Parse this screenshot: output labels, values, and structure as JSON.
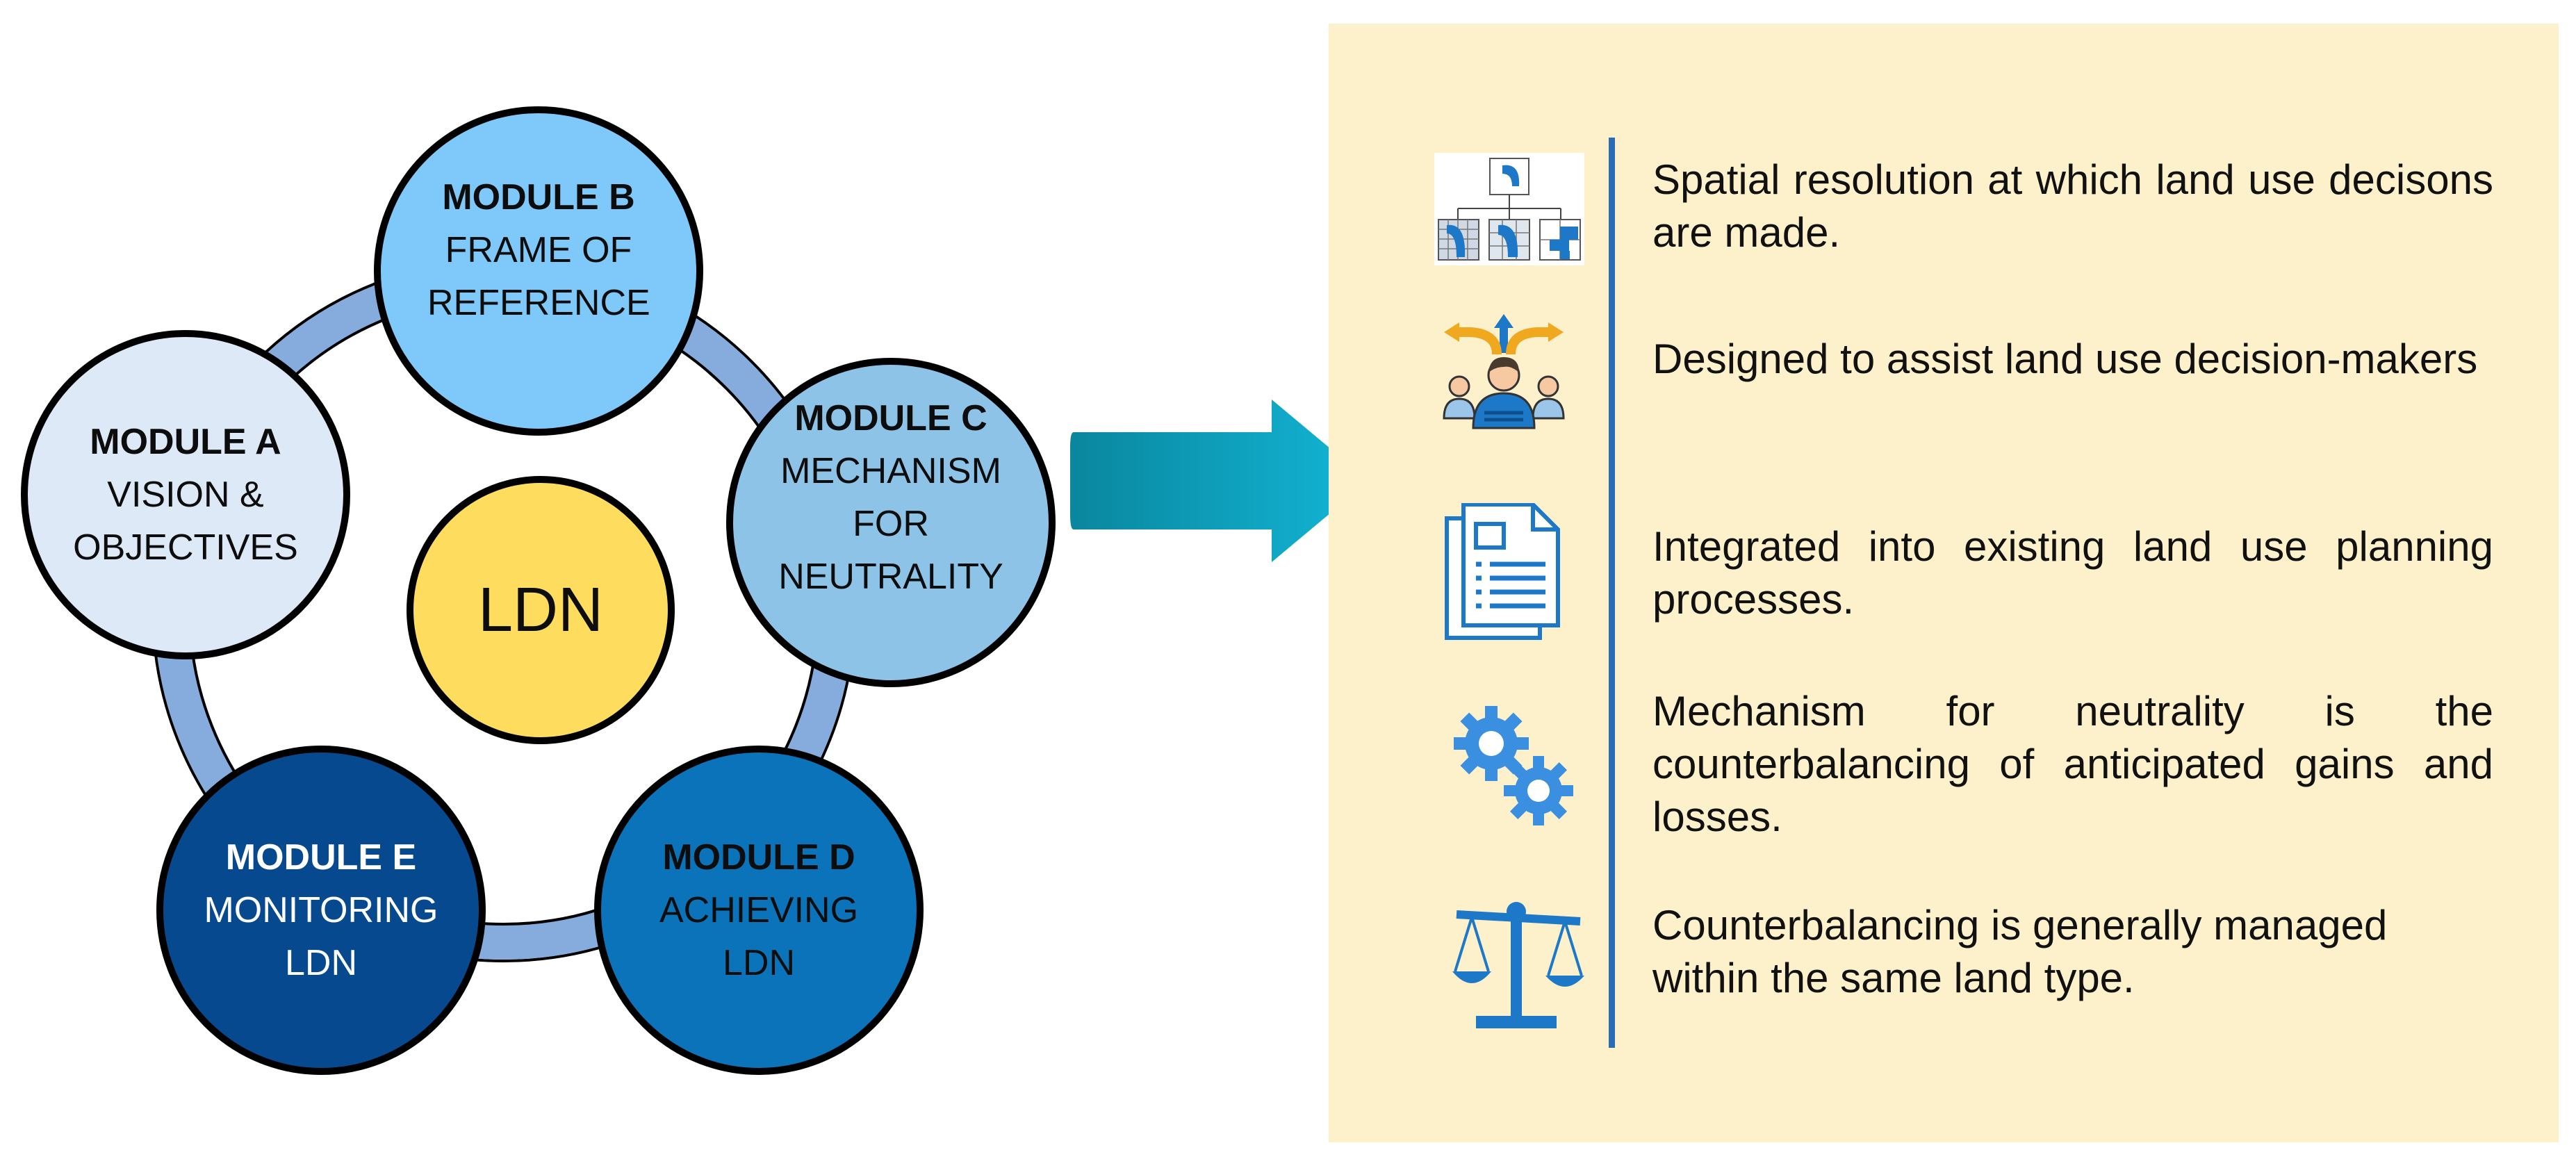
{
  "modules": [
    {
      "id": "b",
      "title": "MODULE B",
      "lines": [
        "FRAME OF",
        "REFERENCE"
      ],
      "fill": "#7ec8fa",
      "text_color": "#0d0d0d"
    },
    {
      "id": "c",
      "title": "MODULE C",
      "lines": [
        "MECHANISM",
        "FOR",
        "NEUTRALITY"
      ],
      "fill": "#8ec3e8",
      "text_color": "#0d0d0d"
    },
    {
      "id": "d",
      "title": "MODULE D",
      "lines": [
        "ACHIEVING",
        "LDN"
      ],
      "fill": "#0b73b9",
      "text_color": "#0d0d0d"
    },
    {
      "id": "e",
      "title": "MODULE E",
      "lines": [
        "MONITORING",
        "LDN"
      ],
      "fill": "#07498e",
      "text_color": "#ffffff"
    },
    {
      "id": "a",
      "title": "MODULE A",
      "lines": [
        "VISION &",
        "OBJECTIVES"
      ],
      "fill": "#dde9f7",
      "text_color": "#0d0d0d"
    }
  ],
  "center": {
    "label": "LDN",
    "fill": "#fedc5e"
  },
  "colors": {
    "ring": "#86abdd",
    "outline": "#000000",
    "arrow_start": "#0a869e",
    "arrow_end": "#12b6d6",
    "panel_bg": "#fdf1cc",
    "divider": "#2a6db5",
    "icon_blue": "#1e78c8"
  },
  "panel": {
    "items": [
      {
        "icon": "spatial-grid-icon",
        "text": "Spatial resolution at which land use decisons are made."
      },
      {
        "icon": "decision-maker-icon",
        "text": "Designed to assist land use decision-makers"
      },
      {
        "icon": "document-icon",
        "text": "Integrated into existing land use planning processes."
      },
      {
        "icon": "gears-icon",
        "text": "Mechanism for neutrality is the counterbalancing of anticipated gains and losses."
      },
      {
        "icon": "balance-scale-icon",
        "text": "Counterbalancing is generally managed within the same land type."
      }
    ]
  }
}
